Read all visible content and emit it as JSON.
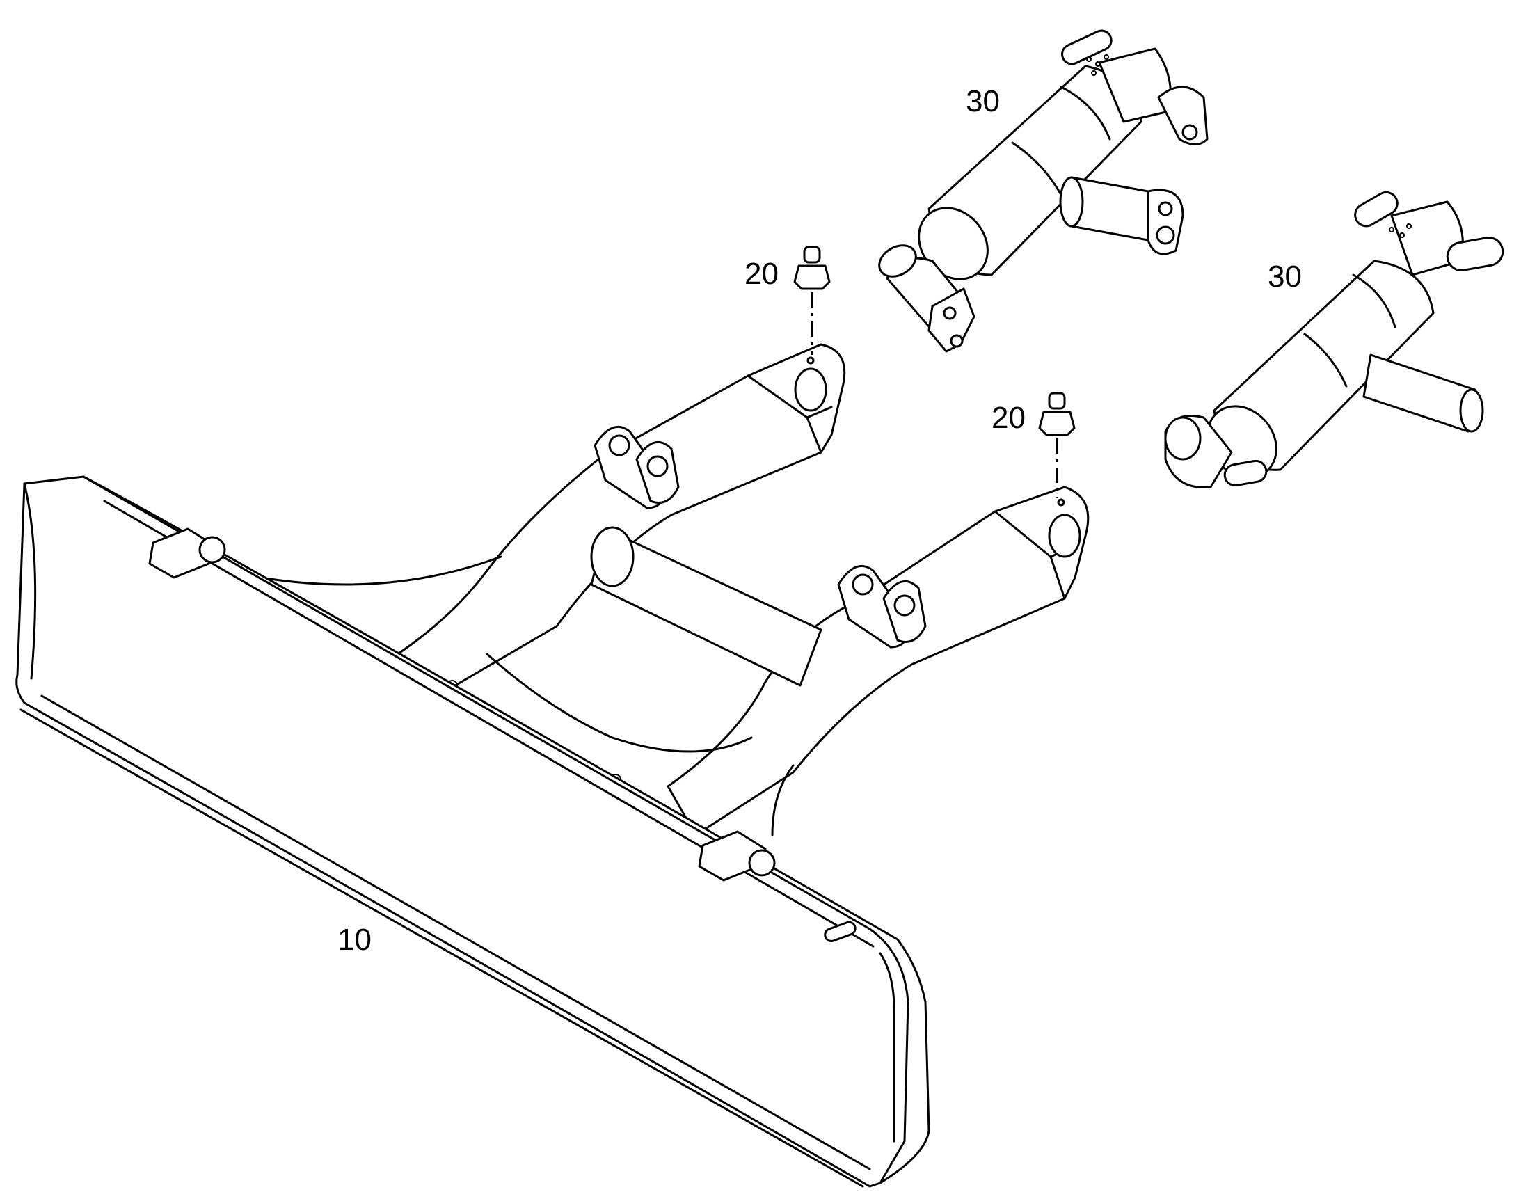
{
  "callouts": {
    "blade": "10",
    "grease_nipple_left": "20",
    "grease_nipple_right": "20",
    "cylinder_upper": "30",
    "cylinder_right": "30"
  }
}
